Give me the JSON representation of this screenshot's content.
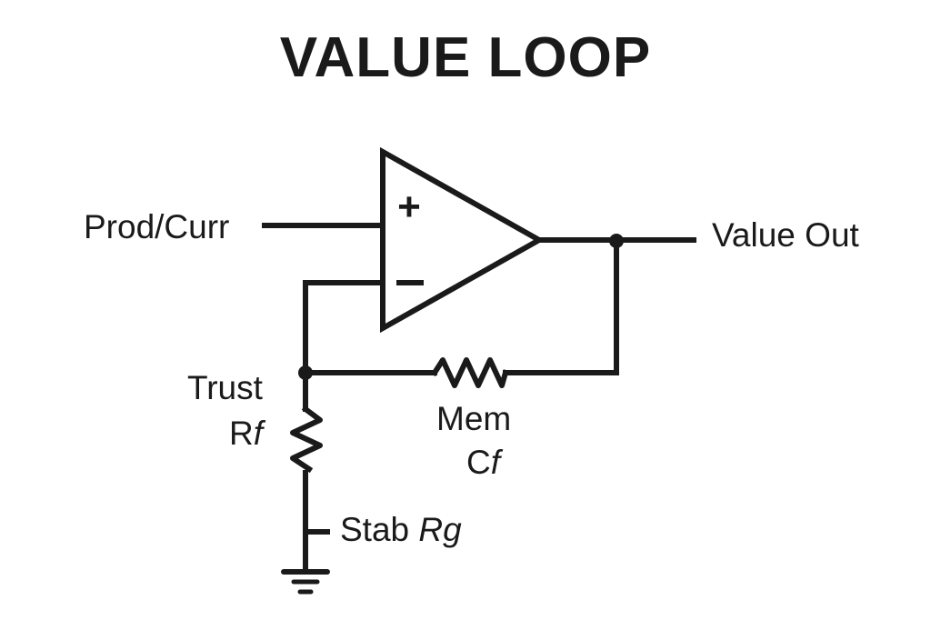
{
  "title": "VALUE LOOP",
  "labels": {
    "input": "Prod/Curr",
    "output": "Value Out",
    "trust_name": "Trust",
    "trust_symbol_main": "R",
    "trust_symbol_sub": "f",
    "mem_name": "Mem",
    "mem_symbol_main": "C",
    "mem_symbol_sub": "f",
    "stab_name": "Stab",
    "stab_symbol": "Rg"
  },
  "opamp": {
    "plus_sign": "+",
    "minus_sign": "−"
  },
  "colors": {
    "stroke": "#1a1a1a",
    "background": "#ffffff"
  }
}
